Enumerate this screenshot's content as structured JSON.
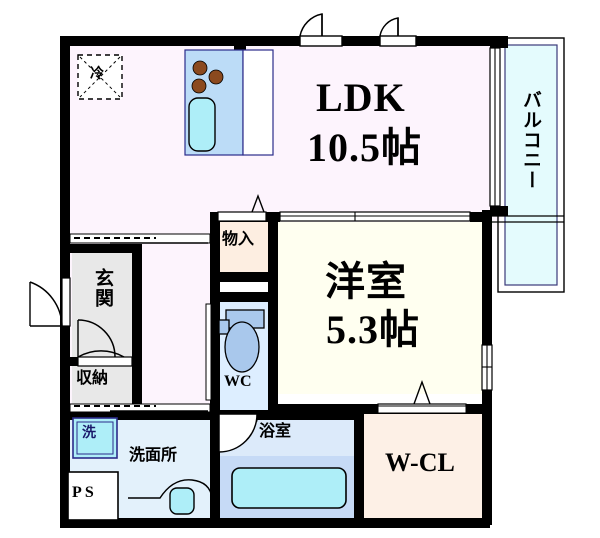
{
  "plan": {
    "type": "floor-plan",
    "title_rooms": {
      "ldk": {
        "name": "LDK",
        "size": "10.5帖"
      },
      "washitsu": {
        "name": "洋室",
        "size": "5.3帖"
      }
    },
    "rooms": [
      {
        "key": "ldk",
        "label": "LDK",
        "sublabel": "10.5帖",
        "fill": "#fdf4fd"
      },
      {
        "key": "yoshitsu",
        "label": "洋室",
        "sublabel": "5.3帖",
        "fill": "#fffff0"
      },
      {
        "key": "balcony",
        "label": "バルコニー",
        "sublabel": "",
        "fill": "#e4fbfd"
      },
      {
        "key": "genkan",
        "label": "玄関",
        "sublabel": "",
        "fill": "#e8e8e8"
      },
      {
        "key": "shuno",
        "label": "収納",
        "sublabel": "",
        "fill": "#e8e8e8"
      },
      {
        "key": "monoire",
        "label": "物入",
        "sublabel": "",
        "fill": "#fdeee1"
      },
      {
        "key": "wc",
        "label": "WC",
        "sublabel": "",
        "fill": "#ddeeff"
      },
      {
        "key": "senmenjo",
        "label": "洗面所",
        "sublabel": "",
        "fill": "#e3f1fb"
      },
      {
        "key": "yokushitsu",
        "label": "浴室",
        "sublabel": "",
        "fill": "#dceafa"
      },
      {
        "key": "wcl",
        "label": "W-CL",
        "sublabel": "",
        "fill": "#fdf0e6"
      },
      {
        "key": "sentaku",
        "label": "洗",
        "sublabel": "",
        "fill": "#aeeef8"
      },
      {
        "key": "ps",
        "label": "P S",
        "sublabel": "",
        "fill": "#ffffff"
      },
      {
        "key": "reizouko",
        "label": "冷",
        "sublabel": "",
        "fill": "#ffffff"
      }
    ],
    "fixtures": [
      {
        "name": "refrigerator-space",
        "label": "冷"
      },
      {
        "name": "stove-burners",
        "count": 3,
        "color": "#8b4a1f"
      },
      {
        "name": "kitchen-sink",
        "color": "#aeeef8"
      },
      {
        "name": "kitchen-counter",
        "color": "#bcdcf7"
      },
      {
        "name": "toilet",
        "color": "#a9c8ec"
      },
      {
        "name": "bathtub",
        "color": "#aeeef8"
      },
      {
        "name": "wash-basin",
        "color": "#aeeef8"
      },
      {
        "name": "washing-machine-space",
        "label": "洗"
      }
    ],
    "colors": {
      "wall": "#000000",
      "ldk_fill": "#fdf4fd",
      "bedroom_fill": "#fffff0",
      "balcony_fill": "#e4fbfd",
      "closet_fill": "#fdf0e6",
      "entry_fill": "#e8e8e8",
      "bath_fill": "#dceafa",
      "wash_fill": "#e3f1fb",
      "wc_fill": "#ddeeff",
      "fixture_blue": "#aeeef8",
      "counter_blue": "#bcdcf7",
      "burner_brown": "#8b4a1f"
    }
  }
}
